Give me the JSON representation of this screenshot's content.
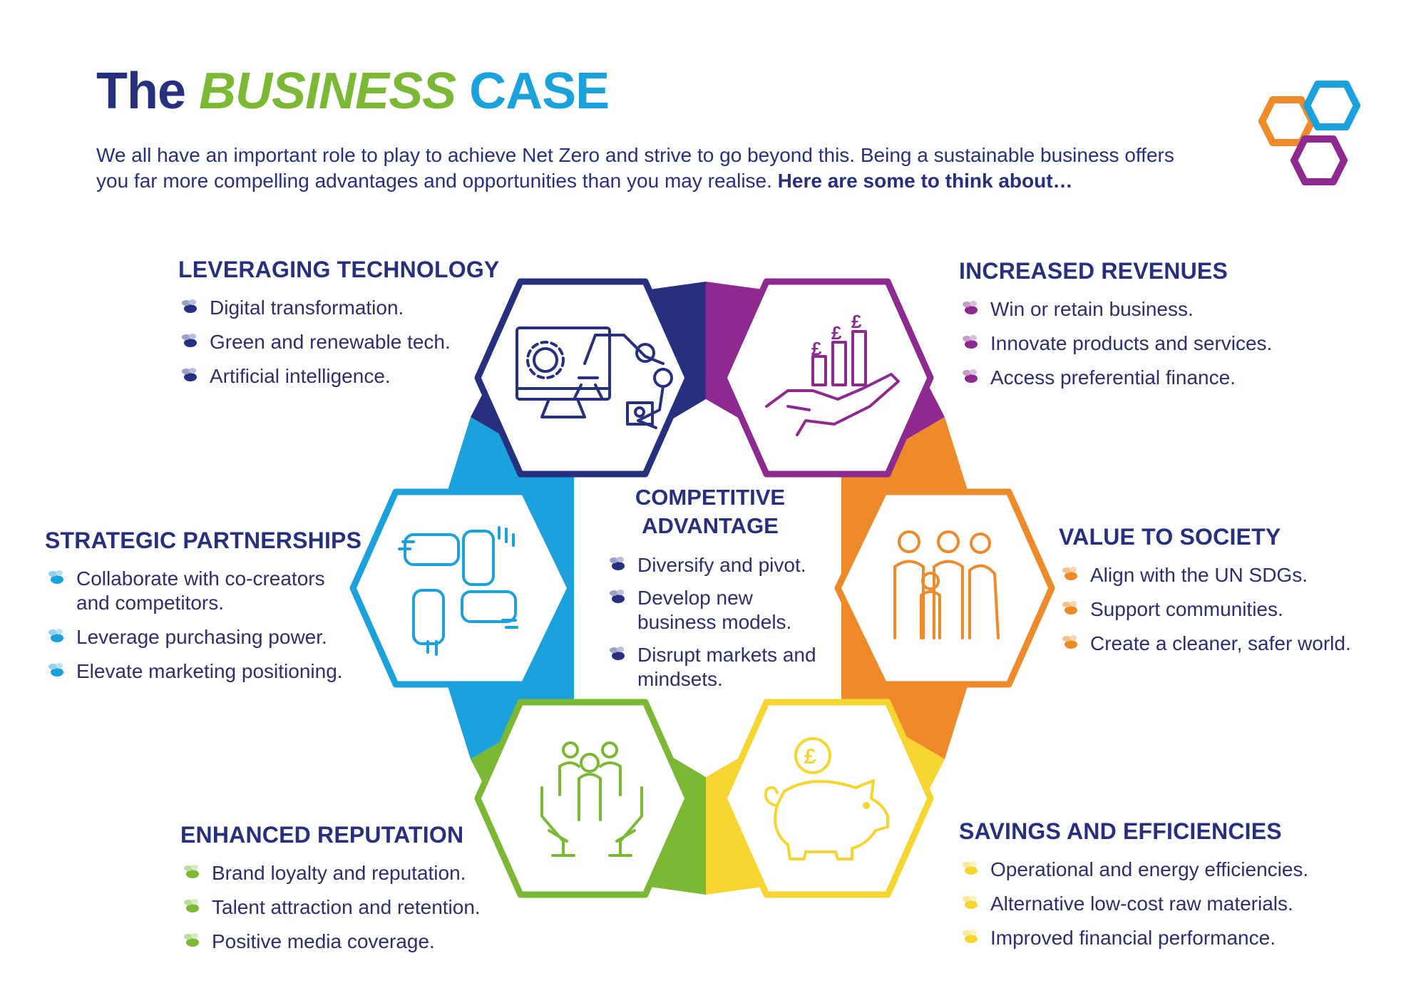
{
  "title": {
    "part1": "The",
    "part2": "BUSINESS",
    "part3": "CASE"
  },
  "intro": {
    "text": "We all have an important role to play to achieve Net Zero and strive to go beyond this. Being a sustainable business offers you far more compelling advantages and opportunities than you may realise.",
    "bold": "Here are some to think about…"
  },
  "center": {
    "title_line1": "COMPETITIVE",
    "title_line2": "ADVANTAGE",
    "items": [
      "Diversify and pivot.",
      "Develop new business models.",
      "Disrupt markets and mindsets."
    ]
  },
  "sections": {
    "technology": {
      "title": "LEVERAGING TECHNOLOGY",
      "color": "#26307f",
      "items": [
        "Digital transformation.",
        "Green and renewable tech.",
        "Artificial intelligence."
      ]
    },
    "revenues": {
      "title": "INCREASED REVENUES",
      "color": "#8e2a8f",
      "items": [
        "Win or retain business.",
        "Innovate products and services.",
        "Access preferential finance."
      ]
    },
    "partnerships": {
      "title": "STRATEGIC PARTNERSHIPS",
      "color": "#1ba1dc",
      "items": [
        "Collaborate with co-creators and competitors.",
        "Leverage purchasing power.",
        "Elevate marketing positioning."
      ]
    },
    "society": {
      "title": "VALUE TO SOCIETY",
      "color": "#ee8a2a",
      "items": [
        "Align with the UN SDGs.",
        "Support communities.",
        "Create a cleaner, safer world."
      ]
    },
    "reputation": {
      "title": "ENHANCED REPUTATION",
      "color": "#7bb833",
      "items": [
        "Brand loyalty and reputation.",
        "Talent attraction and retention.",
        "Positive media coverage."
      ]
    },
    "savings": {
      "title": "SAVINGS AND EFFICIENCIES",
      "color": "#f7d531",
      "items": [
        "Operational and energy efficiencies.",
        "Alternative low-cost raw materials.",
        "Improved financial performance."
      ]
    }
  },
  "icons": {
    "technology": "robot-arm-computer-icon",
    "revenues": "hand-money-growth-icon",
    "partnerships": "interlocking-hands-icon",
    "society": "family-icon",
    "reputation": "hands-supporting-people-icon",
    "savings": "piggy-bank-icon"
  }
}
